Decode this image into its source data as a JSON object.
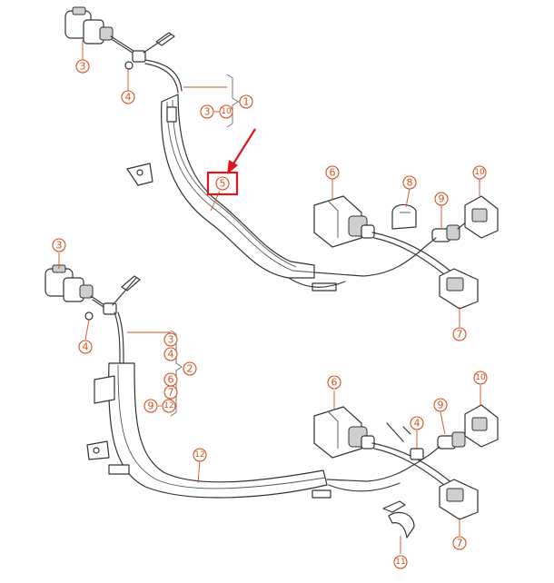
{
  "callouts": {
    "upper_3_connector": "3",
    "upper_4_clip": "4",
    "upper_1_group": "1",
    "upper_3_range_start": "3",
    "upper_10_range_end": "10",
    "upper_5_highlighted": "5",
    "upper_6_connector": "6",
    "upper_8_clip": "8",
    "upper_9_grommet": "9",
    "upper_10_connector": "10",
    "upper_7_connector": "7",
    "lower_3_connector": "3",
    "lower_4_clip": "4",
    "lower_2_group": "2",
    "lower_list_3": "3",
    "lower_list_4": "4",
    "lower_list_6": "6",
    "lower_list_7": "7",
    "lower_9_range_start": "9",
    "lower_12_range_end": "12",
    "lower_12_harness": "12",
    "lower_6_connector": "6",
    "lower_4_clip_right": "4",
    "lower_9_grommet": "9",
    "lower_10_connector": "10",
    "lower_7_connector": "7",
    "lower_11_clip": "11"
  },
  "highlight": {
    "color": "#e0141c",
    "target": "5"
  },
  "colors": {
    "callout": "#d2521c",
    "line": "#3a3a3a"
  }
}
